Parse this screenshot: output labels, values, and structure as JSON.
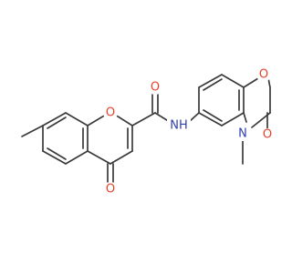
{
  "atoms": {
    "o_ring1": {
      "symbol": "O",
      "color": "#e8402a"
    },
    "o_ketone1": {
      "symbol": "O",
      "color": "#e8402a"
    },
    "o_amide": {
      "symbol": "O",
      "color": "#e8402a"
    },
    "n_amide": {
      "symbol": "NH",
      "color": "#2f3eaf"
    },
    "o_ring2": {
      "symbol": "O",
      "color": "#e8402a"
    },
    "n_ring2": {
      "symbol": "N",
      "color": "#2f3eaf"
    },
    "o_lactam": {
      "symbol": "O",
      "color": "#e8402a"
    }
  }
}
